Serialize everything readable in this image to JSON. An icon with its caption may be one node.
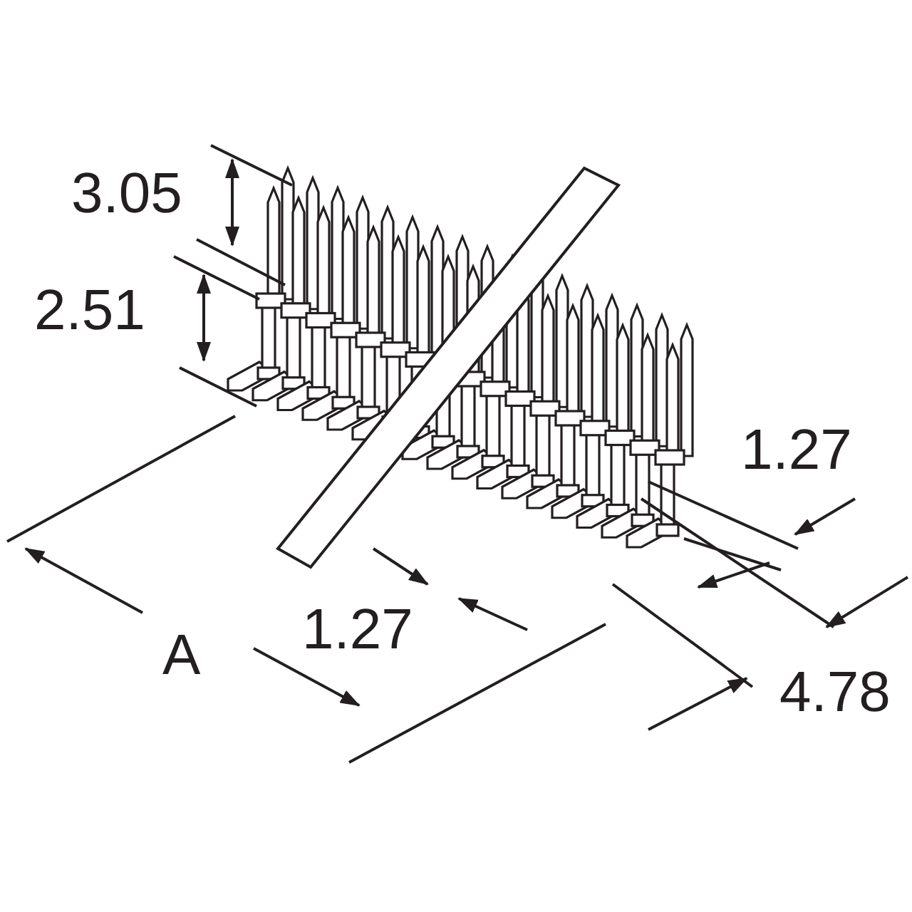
{
  "diagram": {
    "labels": [
      "3.05",
      "2.51",
      "1.27",
      "A",
      "1.27",
      "4.78"
    ]
  }
}
